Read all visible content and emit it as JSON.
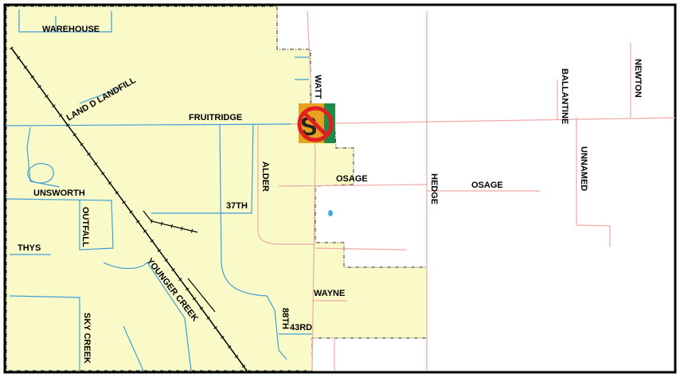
{
  "colors": {
    "city_fill": "#fafac8",
    "waterway": "#3f9fd8",
    "road": "#f0a8a8",
    "boundary": "#333333",
    "railroad": "#000000",
    "frame": "#000000",
    "marker_red": "#e02020",
    "marker_green": "#1e8a4a",
    "marker_orange": "#e8a020"
  },
  "marker": {
    "icon": "prohibited-no-parking-icon"
  },
  "labels": {
    "warehouse": "WAREHOUSE",
    "land_d_landfill": "LAND D LANDFILL",
    "fruitridge": "FRUITRIDGE",
    "watt": "WATT",
    "ballantine": "BALLANTINE",
    "newton": "NEWTON",
    "unnamed": "UNNAMED",
    "alder": "ALDER",
    "osage_west": "OSAGE",
    "osage_east": "OSAGE",
    "hedge": "HEDGE",
    "unsworth": "UNSWORTH",
    "outfall": "OUTFALL",
    "thirty_seventh": "37TH",
    "thys": "THYS",
    "younger_creek": "YOUNGER CREEK",
    "wayne": "WAYNE",
    "eighty_eighth": "88TH",
    "forty_third": "43RD",
    "sky_creek": "SKY CREEK"
  }
}
